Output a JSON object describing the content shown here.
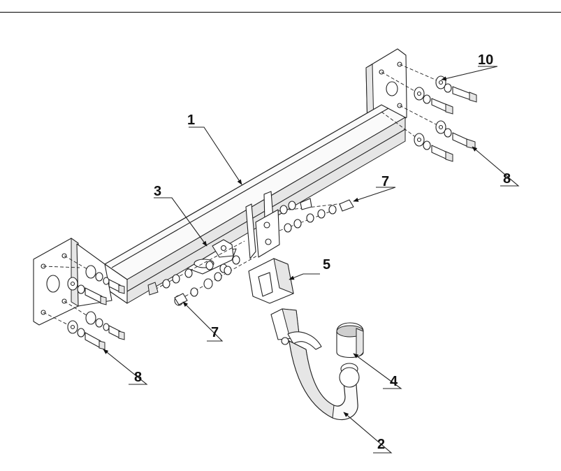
{
  "callouts": {
    "c1": "1",
    "c2": "2",
    "c3": "3",
    "c4": "4",
    "c5": "5",
    "c7_top": "7",
    "c7_bottom": "7",
    "c8_top": "8",
    "c8_bottom": "8",
    "c10": "10"
  }
}
